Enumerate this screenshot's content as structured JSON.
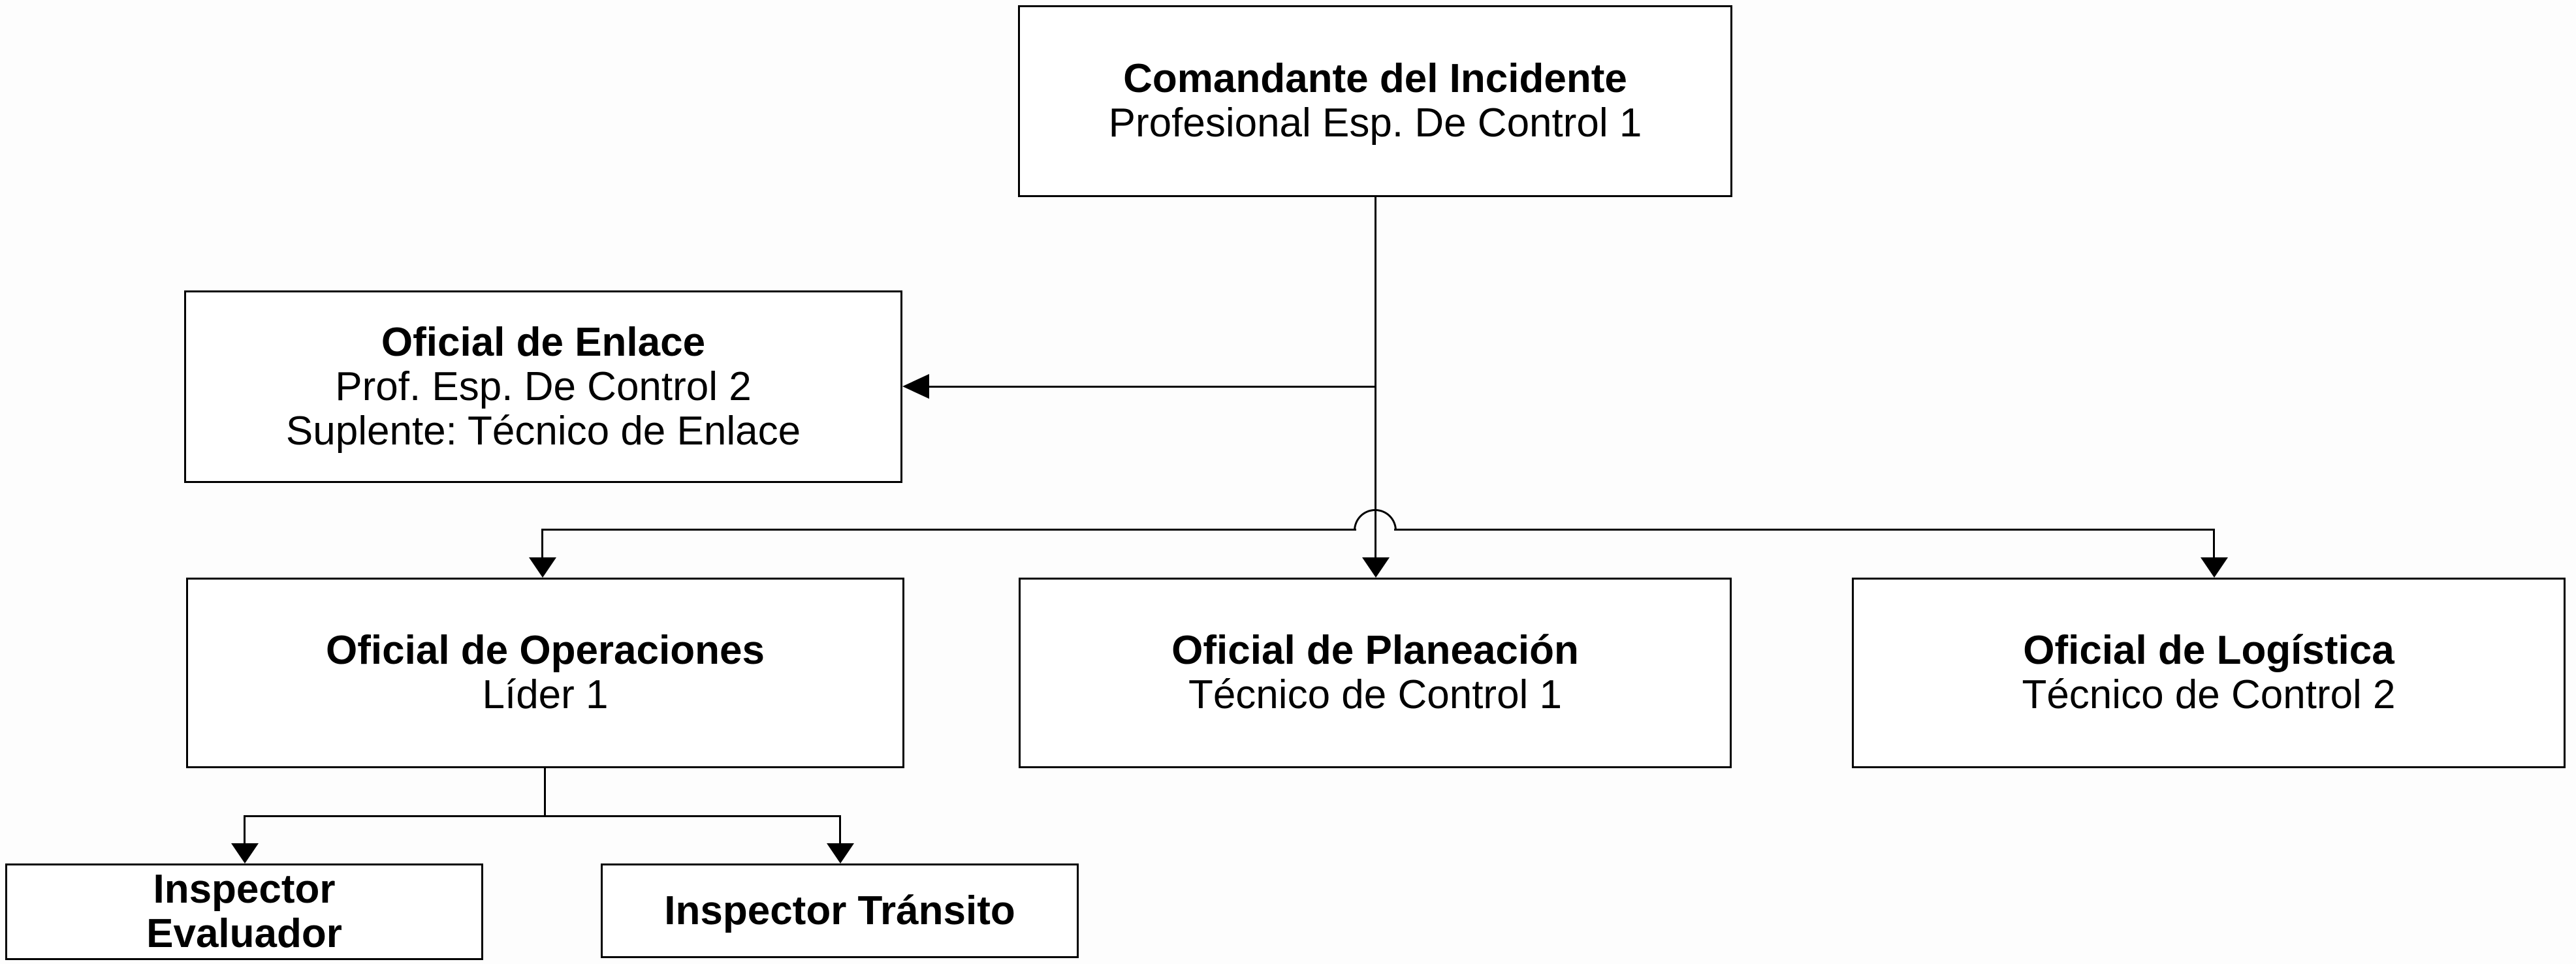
{
  "colors": {
    "background": "#fdfdfd",
    "box_fill": "#ffffff",
    "box_border": "#000000",
    "line": "#000000"
  },
  "org_chart": {
    "nodes": {
      "comandante": {
        "title": "Comandante del Incidente",
        "role": "Profesional Esp. De Control 1"
      },
      "enlace": {
        "title": "Oficial de Enlace",
        "role": "Prof. Esp. De Control 2",
        "note": "Suplente: Técnico de Enlace"
      },
      "operaciones": {
        "title": "Oficial de Operaciones",
        "role": "Líder 1"
      },
      "planeacion": {
        "title": "Oficial de Planeación",
        "role": "Técnico de Control 1"
      },
      "logistica": {
        "title": "Oficial de Logística",
        "role": "Técnico de Control 2"
      },
      "inspector_evaluador": {
        "title_line1": "Inspector",
        "title_line2": "Evaluador"
      },
      "inspector_transito": {
        "title": "Inspector Tránsito"
      }
    },
    "edges": [
      {
        "from": "comandante",
        "to": "enlace",
        "style": "side-arrow-left"
      },
      {
        "from": "comandante",
        "to": "operaciones",
        "style": "arrow-down"
      },
      {
        "from": "comandante",
        "to": "planeacion",
        "style": "arrow-down-with-line-hop"
      },
      {
        "from": "comandante",
        "to": "logistica",
        "style": "arrow-down"
      },
      {
        "from": "operaciones",
        "to": "inspector_evaluador",
        "style": "arrow-down"
      },
      {
        "from": "operaciones",
        "to": "inspector_transito",
        "style": "arrow-down"
      }
    ]
  }
}
